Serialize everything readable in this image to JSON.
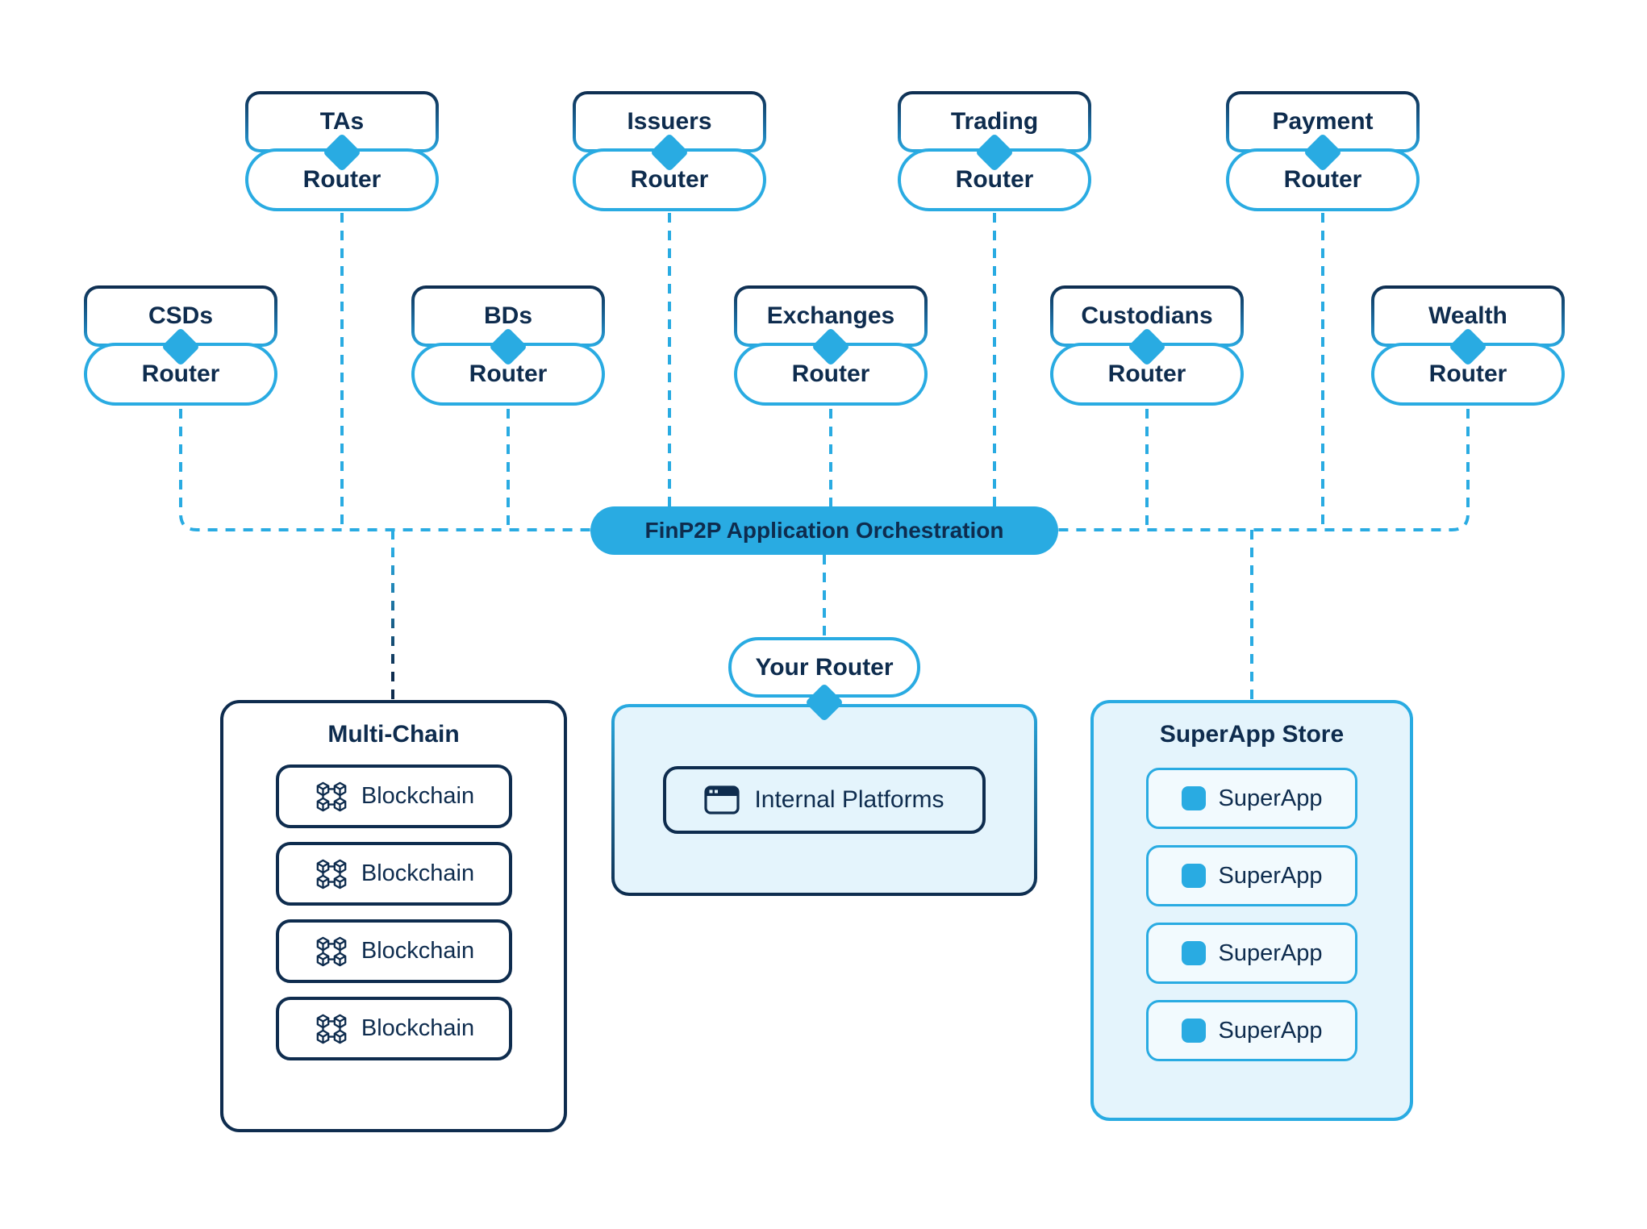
{
  "colors": {
    "accent": "#29ABE2",
    "navy": "#0E2C4E",
    "light_fill": "#E4F4FC"
  },
  "row_top": [
    {
      "label": "TAs",
      "router_label": "Router"
    },
    {
      "label": "Issuers",
      "router_label": "Router"
    },
    {
      "label": "Trading",
      "router_label": "Router"
    },
    {
      "label": "Payment",
      "router_label": "Router"
    }
  ],
  "row_mid": [
    {
      "label": "CSDs",
      "router_label": "Router"
    },
    {
      "label": "BDs",
      "router_label": "Router"
    },
    {
      "label": "Exchanges",
      "router_label": "Router"
    },
    {
      "label": "Custodians",
      "router_label": "Router"
    },
    {
      "label": "Wealth",
      "router_label": "Router"
    }
  ],
  "orchestration_pill": {
    "label": "FinP2P Application Orchestration"
  },
  "your_router_pill": {
    "label": "Your Router"
  },
  "internal_platforms": {
    "label": "Internal Platforms",
    "icon": "window-icon"
  },
  "multi_chain": {
    "title": "Multi-Chain",
    "item_icon": "blockchain-icon",
    "items": [
      {
        "label": "Blockchain"
      },
      {
        "label": "Blockchain"
      },
      {
        "label": "Blockchain"
      },
      {
        "label": "Blockchain"
      }
    ]
  },
  "superapp_store": {
    "title": "SuperApp Store",
    "item_icon": "app-icon",
    "items": [
      {
        "label": "SuperApp"
      },
      {
        "label": "SuperApp"
      },
      {
        "label": "SuperApp"
      },
      {
        "label": "SuperApp"
      }
    ]
  }
}
